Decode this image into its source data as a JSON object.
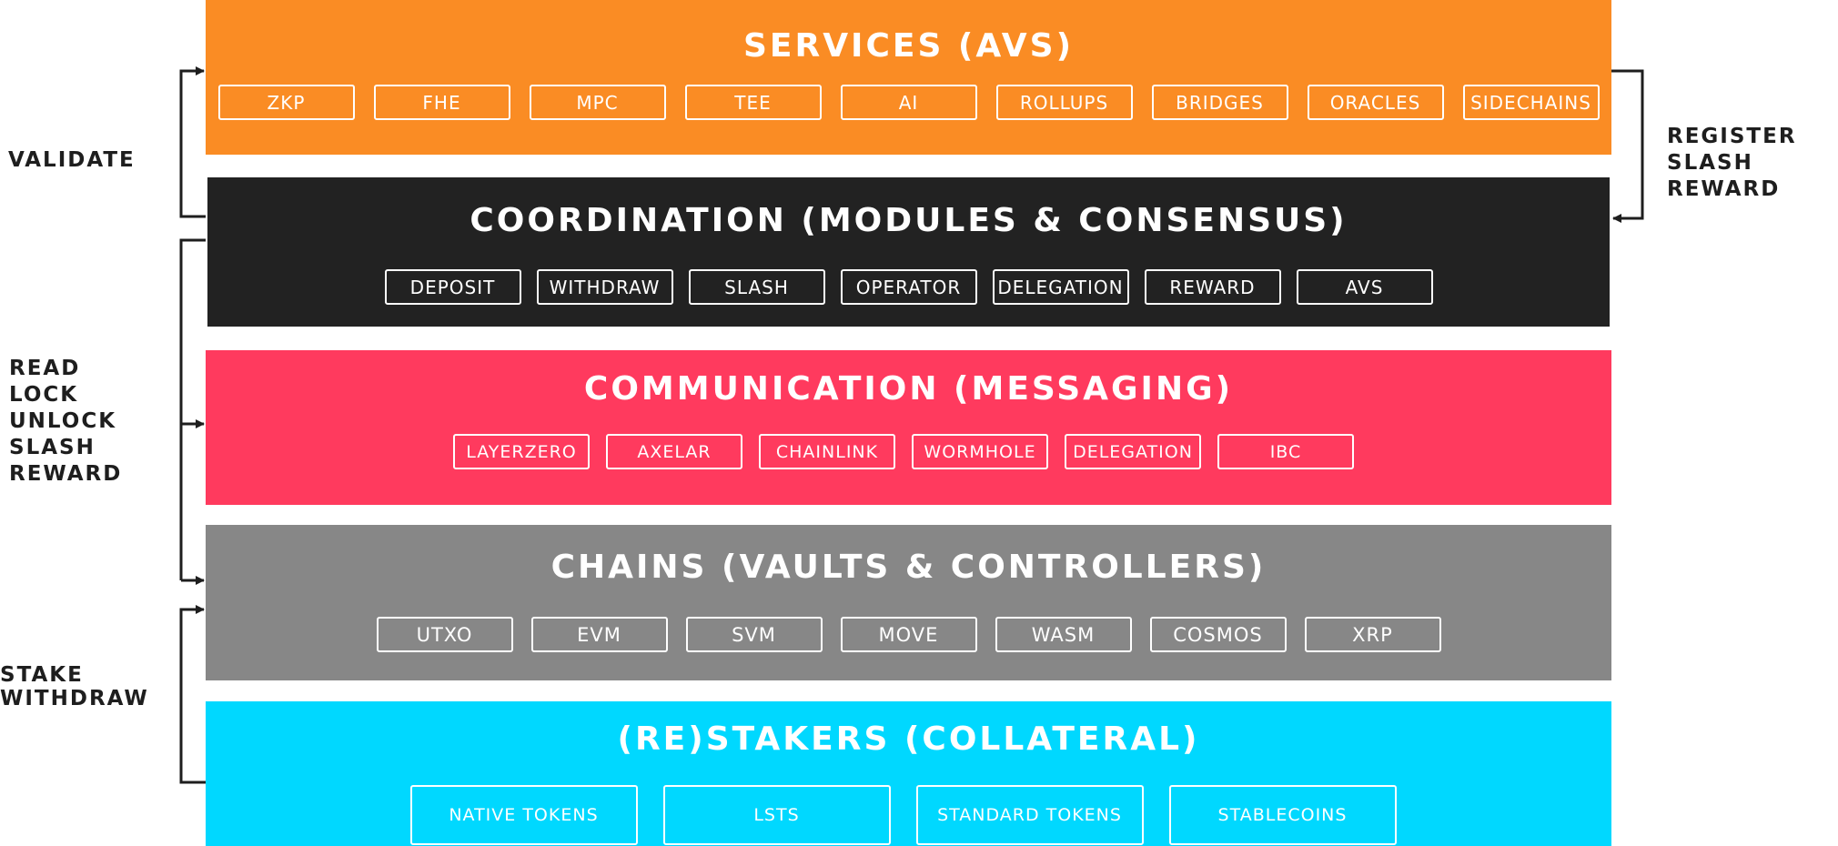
{
  "layers": {
    "services": {
      "title": "Services (AVS)",
      "color": "#FA8C24",
      "chips": [
        "ZKP",
        "FHE",
        "MPC",
        "TEE",
        "AI",
        "Rollups",
        "Bridges",
        "Oracles",
        "Sidechains"
      ]
    },
    "coordination": {
      "title": "Coordination (Modules & Consensus)",
      "color": "#222222",
      "chips": [
        "Deposit",
        "Withdraw",
        "Slash",
        "Operator",
        "Delegation",
        "Reward",
        "AVS"
      ]
    },
    "communication": {
      "title": "Communication (Messaging)",
      "color": "#FF3A5E",
      "chips": [
        "LayerZero",
        "Axelar",
        "Chainlink",
        "Wormhole",
        "Delegation",
        "IBC"
      ]
    },
    "chains": {
      "title": "Chains (Vaults & Controllers)",
      "color": "#878787",
      "chips": [
        "UTXO",
        "EVM",
        "SVM",
        "Move",
        "WASM",
        "Cosmos",
        "XRP"
      ]
    },
    "restakers": {
      "title": "(Re)Stakers (Collateral)",
      "color": "#00D8FF",
      "chips": [
        "Native Tokens",
        "LSTs",
        "Standard Tokens",
        "Stablecoins"
      ]
    }
  },
  "flows": {
    "validate": {
      "lines": [
        "Validate"
      ]
    },
    "register": {
      "lines": [
        "Register",
        "Slash",
        "Reward"
      ]
    },
    "messaging": {
      "lines": [
        "Read",
        "Lock",
        "Unlock",
        "Slash",
        "Reward"
      ]
    },
    "stake": {
      "lines": [
        "Stake",
        "Withdraw"
      ]
    }
  },
  "colors": {
    "connector": "#1e1e1e",
    "chip_text": "#ffffff"
  }
}
